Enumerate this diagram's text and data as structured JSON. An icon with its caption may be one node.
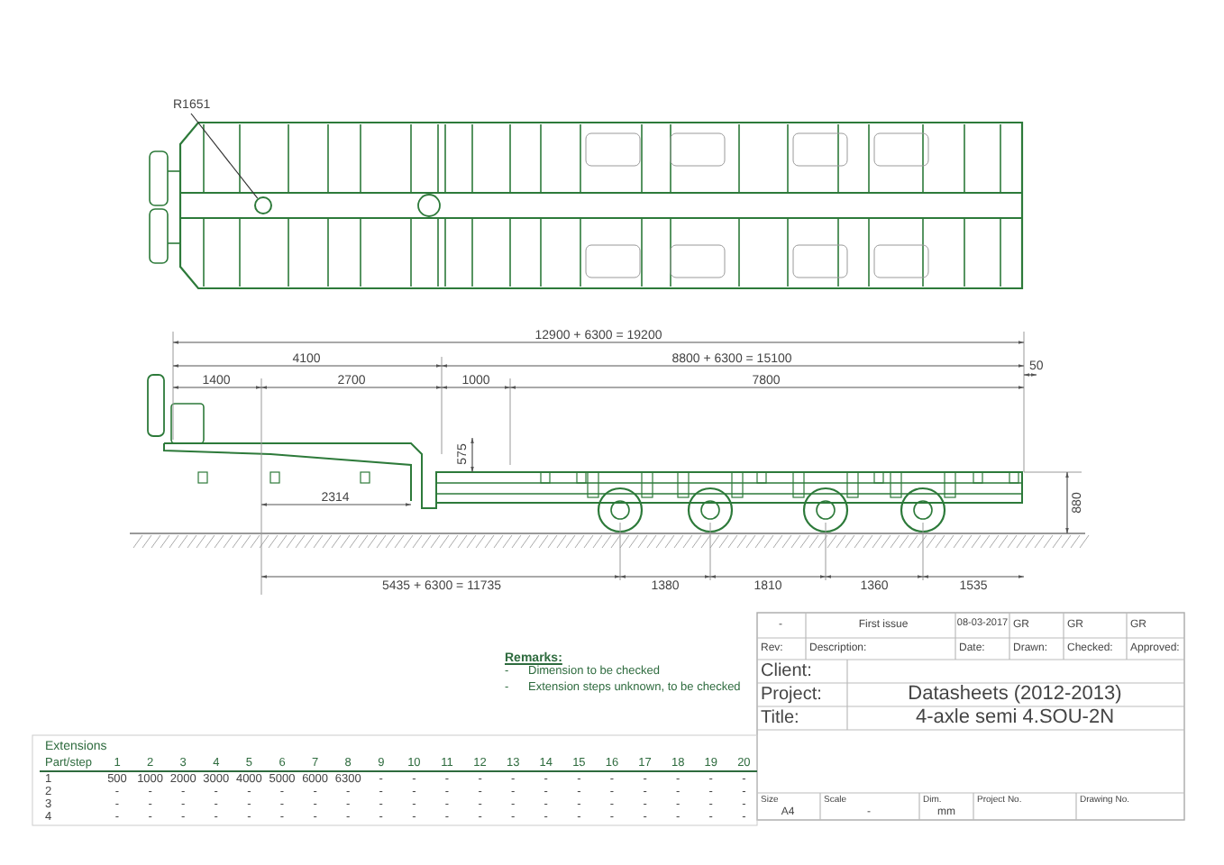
{
  "diagram": {
    "nodes": [
      {
        "text": [
          "R1651"
        ]
      },
      {
        "text": [],
        "shape": "circle"
      }
    ],
    "edges": [
      {
        "from": 0,
        "to": 1,
        "arrow": "none"
      }
    ],
    "labels": [
      "12900 + 6300 = 19200",
      "4100",
      "8800 + 6300 = 15100",
      "1400",
      "2700",
      "1000",
      "7800",
      "50",
      "575",
      "2314",
      "880",
      "5435 + 6300 = 11735",
      "1380",
      "1810",
      "1360",
      "1535",
      "Remarks:",
      "-",
      "Dimension to be checked",
      "-",
      "Extension steps unknown, to be checked",
      "-",
      "First issue",
      "08-03-2017",
      "GR",
      "GR",
      "GR",
      "Rev:",
      "Description:",
      "Date:",
      "Drawn:",
      "Checked:",
      "Approved:",
      "Client:",
      "Project:",
      "Datasheets (2012-2013)",
      "Title:",
      "4-axle semi 4.SOU-2N",
      "Size",
      "A4",
      "Scale",
      "-",
      "Dim.",
      "mm",
      "Project No.",
      "Drawing No.",
      "Extensions",
      "Part/step",
      "1",
      "2",
      "3",
      "4",
      "5",
      "6",
      "7",
      "8",
      "9",
      "10",
      "11",
      "12",
      "13",
      "14",
      "15",
      "16",
      "17",
      "18",
      "19",
      "20",
      "1",
      "500",
      "1000",
      "2000",
      "3000",
      "4000",
      "5000",
      "6000",
      "6300",
      "-",
      "-",
      "-",
      "-",
      "-",
      "-",
      "-",
      "-",
      "-",
      "-",
      "-",
      "-",
      "2",
      "-",
      "-",
      "-",
      "-",
      "-",
      "-",
      "-",
      "-",
      "-",
      "-",
      "-",
      "-",
      "-",
      "-",
      "-",
      "-",
      "-",
      "-",
      "-",
      "-",
      "3",
      "-",
      "-",
      "-",
      "-",
      "-",
      "-",
      "-",
      "-",
      "-",
      "-",
      "-",
      "-",
      "-",
      "-",
      "-",
      "-",
      "-",
      "-",
      "-",
      "-",
      "4",
      "-",
      "-",
      "-",
      "-",
      "-",
      "-",
      "-",
      "-",
      "-",
      "-",
      "-",
      "-",
      "-",
      "-",
      "-",
      "-",
      "-",
      "-",
      "-",
      "-"
    ]
  }
}
